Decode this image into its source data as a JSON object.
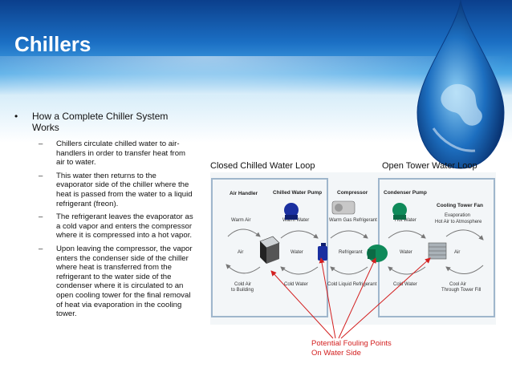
{
  "title": "Chillers",
  "bullet": {
    "marker": "•",
    "text": "How a Complete Chiller System Works"
  },
  "sub_marker": "–",
  "sub_bullets": [
    "Chillers circulate chilled water to air-handlers in order to transfer heat from air to water.",
    "This water then returns to the evaporator side of the chiller where the heat is passed from the water to a liquid refrigerant (freon).",
    "The refrigerant leaves the evaporator as a cold vapor and enters the compressor where it is compressed into a hot vapor.",
    "Upon leaving the compressor, the vapor enters the condenser side of the chiller where heat is transferred from the refrigerant to the water side of the condenser where it is circulated to an open cooling tower for the final removal of heat via evaporation in the cooling tower."
  ],
  "diagram": {
    "closed_loop_label": "Closed Chilled Water Loop",
    "open_loop_label": "Open Tower Water Loop",
    "headers": {
      "air_handler": "Air Handler",
      "chilled_water_pump": "Chilled Water Pump",
      "compressor": "Compressor",
      "condenser_pump": "Condenser Pump",
      "cooling_tower_fan": "Cooling Tower Fan"
    },
    "top_labels": {
      "warm_air": "Warm Air",
      "warm_water": "Warm Water",
      "warm_gas_refrigerant": "Warm Gas Refrigerant",
      "hot_water": "Hot Water",
      "evaporation": "Evaporation",
      "hot_air_to_atmosphere": "Hot Air to Atmosphere"
    },
    "mid_labels": {
      "air_left": "Air",
      "water_left": "Water",
      "refrigerant": "Refrigerant",
      "water_right": "Water",
      "air_right": "Air"
    },
    "bottom_labels": {
      "cold_air": "Cold Air",
      "to_building": "to Building",
      "cold_water_left": "Cold Water",
      "cold_liquid_refrigerant": "Cold Liquid Refrigerant",
      "cold_water_right": "Cold Water",
      "cool_air": "Cool Air",
      "through_tower_fill": "Through Tower Fill"
    },
    "fouling_note_line1": "Potential Fouling Points",
    "fouling_note_line2": "On Water Side"
  },
  "colors": {
    "banner_dark": "#0b3f8c",
    "pump_blue": "#1a2fa0",
    "compressor_green": "#0f8a5a",
    "box_border": "#9fb6cc",
    "arrow_red": "#d32020"
  }
}
